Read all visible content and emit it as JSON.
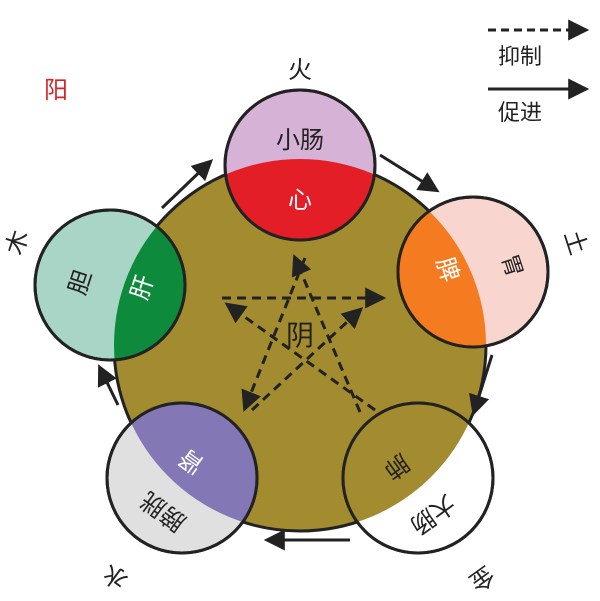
{
  "labels": {
    "yang": "阳",
    "yin": "阴",
    "legend_inhibit": "抑制",
    "legend_promote": "促进"
  },
  "elements": {
    "fire": "火",
    "earth": "土",
    "metal": "金",
    "water": "水",
    "wood": "木"
  },
  "organs": {
    "small_intestine": "小肠",
    "heart": "心",
    "stomach": "胃",
    "spleen": "脾",
    "lung": "肺",
    "large_intestine": "大肠",
    "kidney": "肾",
    "bladder": "膀胱",
    "gallbladder": "胆",
    "liver": "肝"
  },
  "colors": {
    "center": "#a38b30",
    "fire_outer": "#d6b3d6",
    "fire_inner": "#e41e26",
    "earth_outer": "#f8d6cf",
    "earth_inner": "#f47b20",
    "metal_outer": "#ffffff",
    "metal_inner": "#a38b30",
    "water_outer": "#e0e0e0",
    "water_inner": "#8477b6",
    "wood_outer": "#a9d5c6",
    "wood_inner": "#0e8a3c",
    "yang_text": "#d9252a"
  }
}
